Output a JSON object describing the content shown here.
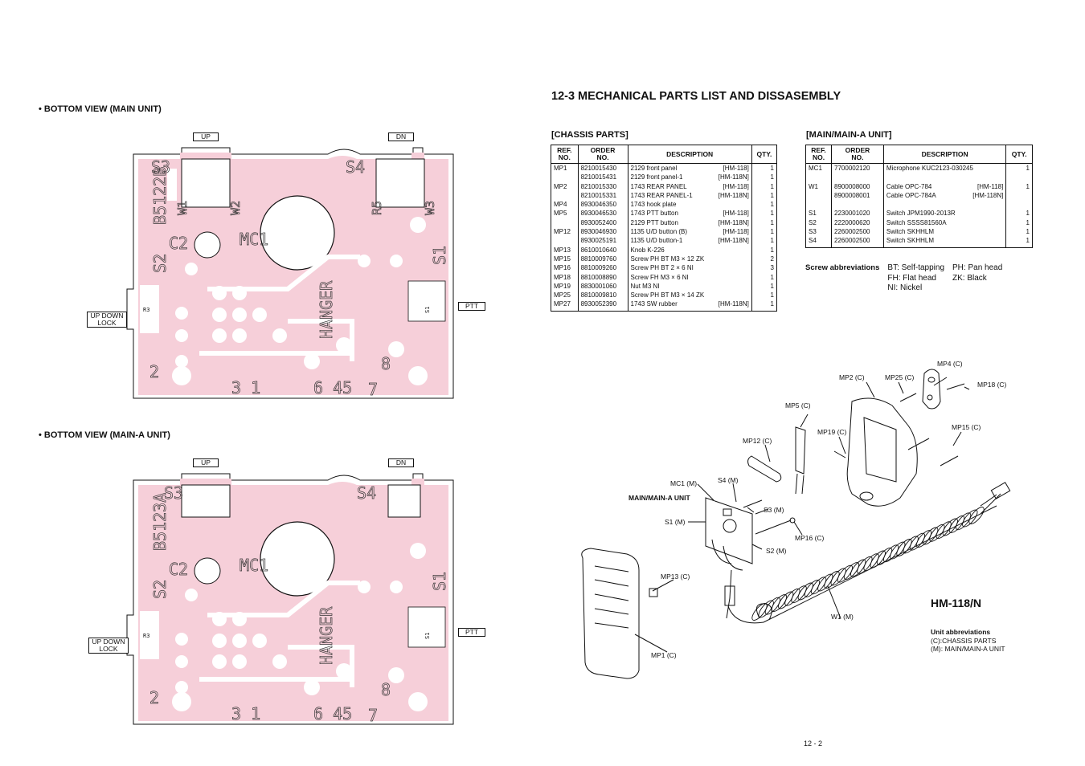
{
  "left": {
    "main_title": "• BOTTOM VIEW (MAIN UNIT)",
    "maina_title": "• BOTTOM VIEW (MAIN-A UNIT)",
    "board_main": {
      "up": "UP",
      "dn": "DN",
      "ptt": "PTT",
      "updown_lock": [
        "UP DOWN",
        "LOCK"
      ],
      "silk": {
        "s3": "S3",
        "s4": "S4",
        "s2": "S2",
        "s1": "S1",
        "code": "B5122B",
        "mc1": "MC1",
        "c2": "C2",
        "w1": "W1",
        "w2": "W2",
        "r5": "R5",
        "w3": "W3",
        "hanger": "HANGER",
        "n2": "2",
        "n8": "8",
        "n31": "3  1",
        "n645": "6 45",
        "n7": "7",
        "r3": "R3",
        "s1small": "S1"
      }
    },
    "board_maina": {
      "up": "UP",
      "dn": "DN",
      "ptt": "PTT",
      "updown_lock": [
        "UP DOWN",
        "LOCK"
      ],
      "silk": {
        "s3": "S3",
        "s4": "S4",
        "s2": "S2",
        "s1": "S1",
        "code": "B5123A",
        "mc1": "MC1",
        "c2": "C2",
        "hanger": "HANGER",
        "n2": "2",
        "n8": "8",
        "n31": "3  1",
        "n645": "6 45",
        "n7": "7",
        "r3": "R3",
        "s1small": "S1"
      }
    }
  },
  "right": {
    "title": "12-3 MECHANICAL PARTS LIST AND DISSASEMBLY",
    "chassis_title": "[CHASSIS PARTS]",
    "maina_title": "[MAIN/MAIN-A UNIT]",
    "headers": {
      "ref": [
        "REF.",
        "NO."
      ],
      "order": [
        "ORDER",
        "NO."
      ],
      "desc": "DESCRIPTION",
      "qty": "QTY."
    },
    "chassis_rows": [
      [
        "MP1",
        "8210015430",
        "2129 front panel",
        "[HM-118]",
        "1"
      ],
      [
        "",
        "8210015431",
        "2129 front panel-1",
        "[HM-118N]",
        "1"
      ],
      [
        "MP2",
        "8210015330",
        "1743 REAR PANEL",
        "[HM-118]",
        "1"
      ],
      [
        "",
        "8210015331",
        "1743 REAR PANEL-1",
        "[HM-118N]",
        "1"
      ],
      [
        "MP4",
        "8930046350",
        "1743 hook plate",
        "",
        "1"
      ],
      [
        "MP5",
        "8930046530",
        "1743 PTT button",
        "[HM-118]",
        "1"
      ],
      [
        "",
        "8930052400",
        "2129 PTT button",
        "[HM-118N]",
        "1"
      ],
      [
        "MP12",
        "8930046930",
        "1135 U/D button (B)",
        "[HM-118]",
        "1"
      ],
      [
        "",
        "8930025191",
        "1135 U/D button-1",
        "[HM-118N]",
        "1"
      ],
      [
        "MP13",
        "8610010640",
        "Knob K-226",
        "",
        "1"
      ],
      [
        "MP15",
        "8810009760",
        "Screw PH BT M3 × 12 ZK",
        "",
        "2"
      ],
      [
        "MP16",
        "8810009260",
        "Screw PH BT 2 × 6 NI",
        "",
        "3"
      ],
      [
        "MP18",
        "8810008890",
        "Screw FH M3 × 6 NI",
        "",
        "1"
      ],
      [
        "MP19",
        "8830001060",
        "Nut M3 NI",
        "",
        "1"
      ],
      [
        "MP25",
        "8810009810",
        "Screw PH BT M3 × 14 ZK",
        "",
        "1"
      ],
      [
        "MP27",
        "8930052390",
        "1743 SW rubber",
        "[HM-118N]",
        "1"
      ]
    ],
    "maina_rows": [
      [
        "MC1",
        "7700002120",
        "Microphone KUC2123-030245",
        "",
        "1"
      ],
      [
        "",
        "",
        "",
        "",
        ""
      ],
      [
        "W1",
        "8900008000",
        "Cable OPC-784",
        "[HM-118]",
        "1"
      ],
      [
        "",
        "8900008001",
        "Cable OPC-784A",
        "[HM-118N]",
        ""
      ],
      [
        "",
        "",
        "",
        "",
        ""
      ],
      [
        "S1",
        "2230001020",
        "Switch JPM1990-2013R",
        "",
        "1"
      ],
      [
        "S2",
        "2220000620",
        "Switch SSSS81560A",
        "",
        "1"
      ],
      [
        "S3",
        "2260002500",
        "Switch SKHHLM",
        "",
        "1"
      ],
      [
        "S4",
        "2260002500",
        "Switch SKHHLM",
        "",
        "1"
      ]
    ],
    "screw_abbr": {
      "label": "Screw abbreviations",
      "col1": [
        "BT: Self-tapping",
        "FH: Flat head",
        "NI: Nickel"
      ],
      "col2": [
        "PH: Pan head",
        "ZK: Black"
      ]
    },
    "callouts": {
      "mp4": "MP4 (C)",
      "mp2": "MP2 (C)",
      "mp25": "MP25 (C)",
      "mp18": "MP18 (C)",
      "mp5": "MP5 (C)",
      "mp19": "MP19 (C)",
      "mp15": "MP15 (C)",
      "mp12": "MP12 (C)",
      "mc1": "MC1 (M)",
      "s4": "S4 (M)",
      "main_unit": "MAIN/MAIN-A UNIT",
      "s3": "S3 (M)",
      "s1": "S1 (M)",
      "mp16": "MP16 (C)",
      "s2": "S2 (M)",
      "mp13": "MP13 (C)",
      "w1": "W1 (M)",
      "mp1": "MP1 (C)"
    },
    "model": "HM-118/N",
    "unit_abbr": {
      "title": "Unit abbreviations",
      "lines": [
        "(C):CHASSIS PARTS",
        "(M): MAIN/MAIN-A UNIT"
      ]
    },
    "page_number": "12 - 2"
  },
  "colors": {
    "pcb_pink": "#f6cfd9",
    "pcb_pad": "#ffffff",
    "ink": "#111111"
  }
}
